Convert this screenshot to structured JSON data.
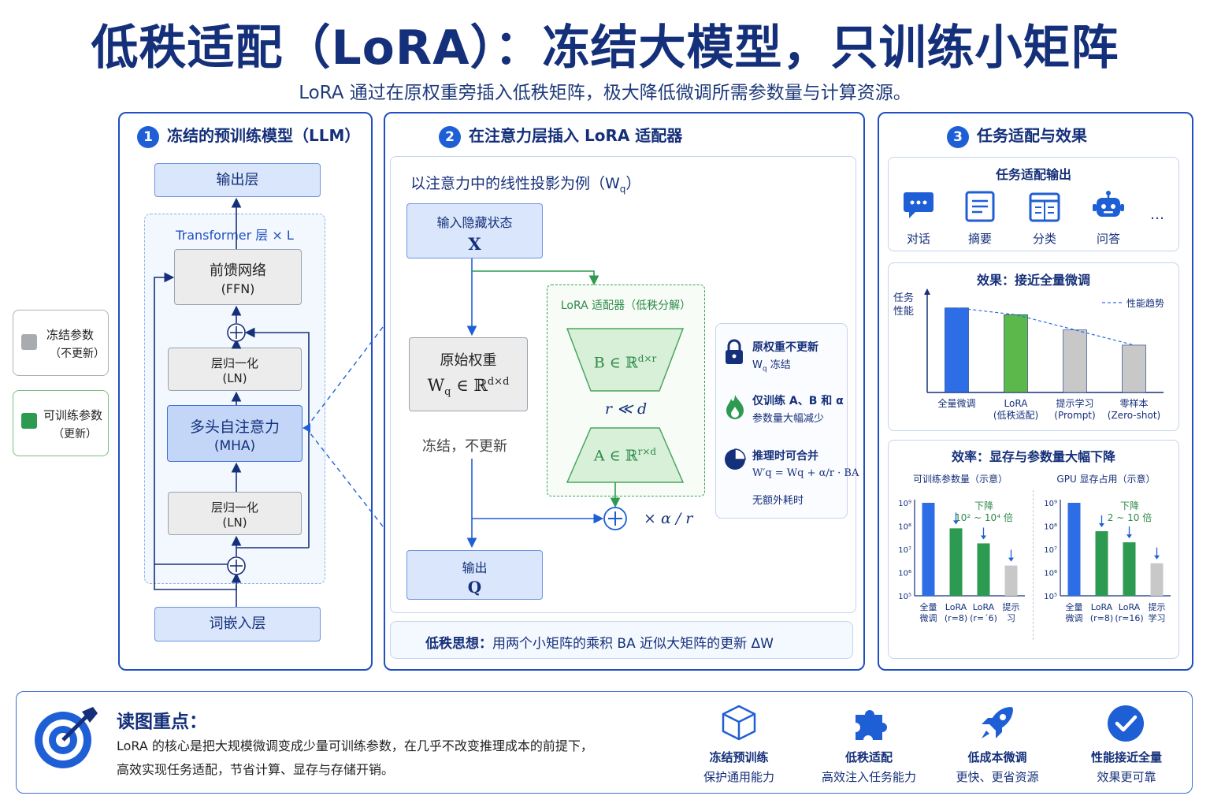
{
  "header": {
    "title": "低秩适配（LoRA）：冻结大模型，只训练小矩阵",
    "subtitle": "LoRA 通过在原权重旁插入低秩矩阵，极大降低微调所需参数量与计算资源。"
  },
  "legend": {
    "frozen_label": "冻结参数",
    "frozen_sub": "（不更新）",
    "trainable_label": "可训练参数",
    "trainable_sub": "（更新）"
  },
  "panel1": {
    "num": "1",
    "title": "冻结的预训练模型（LLM）",
    "output_layer": "输出层",
    "transformer_label": "Transformer 层 × L",
    "ffn_line1": "前馈网络",
    "ffn_line2": "(FFN)",
    "ln_top_line1": "层归一化",
    "ln_top_line2": "(LN)",
    "mha_line1": "多头自注意力",
    "mha_line2": "(MHA)",
    "ln_bottom_line1": "层归一化",
    "ln_bottom_line2": "(LN)",
    "embedding": "词嵌入层"
  },
  "panel2": {
    "num": "2",
    "title": "在注意力层插入 LoRA 适配器",
    "example": "以注意力中的线性投影为例（W",
    "example_sub": "q",
    "example_end": "）",
    "input_label": "输入隐藏状态",
    "input_var": "X",
    "orig_label": "原始权重",
    "orig_formula": "W",
    "orig_formula_sub": "q",
    "orig_formula_rest": " ∈ ℝ",
    "orig_formula_sup": "d×d",
    "frozen_note": "冻结，不更新",
    "adapter_title": "LoRA 适配器（低秩分解）",
    "b_matrix": "B ∈ ℝ",
    "b_sup": "d×r",
    "rank_note": "r ≪ d",
    "a_matrix": "A ∈ ℝ",
    "a_sup": "r×d",
    "scale": "× α / r",
    "output_label": "输出",
    "output_var": "Q",
    "note1_title": "原权重不更新",
    "note1_text": "W",
    "note1_sub": "q",
    "note1_rest": " 冻结",
    "note2_title": "仅训练 A、B 和 α",
    "note2_text": "参数量大幅减少",
    "note3_title": "推理时可合并",
    "note3_formula": "W′q = Wq + α/r · BA",
    "note3_text": "无额外耗时",
    "bottom_bold": "低秩思想：",
    "bottom_text": "用两个小矩阵的乘积 BA 近似大矩阵的更新 ΔW"
  },
  "panel3": {
    "num": "3",
    "title": "任务适配与效果",
    "tasks_title": "任务适配输出",
    "tasks": [
      {
        "label": "对话",
        "icon": "chat-icon"
      },
      {
        "label": "摘要",
        "icon": "document-icon"
      },
      {
        "label": "分类",
        "icon": "table-icon"
      },
      {
        "label": "问答",
        "icon": "robot-icon"
      }
    ],
    "tasks_more": "…",
    "effect_title": "效果：接近全量微调",
    "efficiency_title": "效率：显存与参数量大幅下降"
  },
  "chart_data": [
    {
      "type": "bar",
      "title": "效果：接近全量微调",
      "ylabel": "任务性能",
      "legend": "性能趋势",
      "categories": [
        "全量微调",
        "LoRA\n(低秩适配)",
        "提示学习\n(Prompt)",
        "零样本\n(Zero-shot)"
      ],
      "values": [
        100,
        92,
        74,
        56
      ],
      "ylim": [
        0,
        110
      ],
      "colors": [
        "#2d6ee6",
        "#5cb84a",
        "#c8c8c8",
        "#c8c8c8"
      ]
    },
    {
      "type": "bar",
      "title": "可训练参数量（示意）",
      "scale": "log",
      "yticks": [
        "10⁵",
        "10⁶",
        "10⁷",
        "10⁸",
        "10⁹"
      ],
      "categories": [
        "全量\n微调",
        "LoRA\n(r=8)",
        "LoRA\n(r=ˊ6)",
        "提示\n习"
      ],
      "values": [
        1000000000,
        80000000,
        18000000,
        2000000
      ],
      "annotation": "下降\n10² ~ 10⁴ 倍",
      "colors": [
        "#2d6ee6",
        "#2d9a52",
        "#2d9a52",
        "#c8c8c8"
      ]
    },
    {
      "type": "bar",
      "title": "GPU 显存占用（示意）",
      "scale": "log",
      "yticks": [
        "10⁵",
        "10⁶",
        "10⁷",
        "10⁸",
        "10⁹"
      ],
      "categories": [
        "全量\n微调",
        "LoRA\n(r=8)",
        "LoRA\n(r=16)",
        "提示\n学习"
      ],
      "values": [
        1000000000,
        60000000,
        20000000,
        2500000
      ],
      "annotation": "下降\n2 ~ 10 倍",
      "colors": [
        "#2d6ee6",
        "#2d9a52",
        "#2d9a52",
        "#c8c8c8"
      ]
    }
  ],
  "footer": {
    "title": "读图重点：",
    "text_line1": "LoRA 的核心是把大规模微调变成少量可训练参数，在几乎不改变推理成本的前提下，",
    "text_line2": "高效实现任务适配，节省计算、显存与存储开销。",
    "items": [
      {
        "title": "冻结预训练",
        "sub": "保护通用能力",
        "icon": "cube-icon"
      },
      {
        "title": "低秩适配",
        "sub": "高效注入任务能力",
        "icon": "puzzle-icon"
      },
      {
        "title": "低成本微调",
        "sub": "更快、更省资源",
        "icon": "rocket-icon"
      },
      {
        "title": "性能接近全量",
        "sub": "效果更可靠",
        "icon": "check-circle-icon"
      }
    ]
  },
  "colors": {
    "primary": "#1f4fc2",
    "dark": "#15307a",
    "green": "#2d9a52",
    "light_blue": "#d9e6fb"
  }
}
